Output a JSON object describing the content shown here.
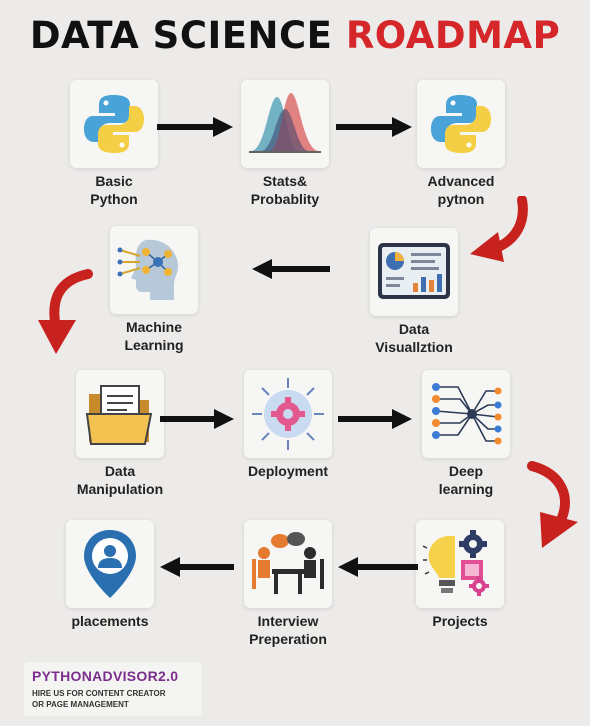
{
  "title": {
    "main": "DATA SCIENCE",
    "accent": "ROADMAP"
  },
  "steps": [
    {
      "label": "Basic\nPython",
      "icon": "python-logo-icon"
    },
    {
      "label": "Stats&\nProbablity",
      "icon": "distribution-curves-icon"
    },
    {
      "label": "Advanced\npytnon",
      "icon": "python-logo-icon"
    },
    {
      "label": "Data\nVisuallztion",
      "icon": "dashboard-chart-icon"
    },
    {
      "label": "Machine\nLearning",
      "icon": "brain-network-icon"
    },
    {
      "label": "Data\nManipulation",
      "icon": "folder-document-icon"
    },
    {
      "label": "Deployment",
      "icon": "gear-network-icon"
    },
    {
      "label": "Deep\nlearning",
      "icon": "neural-circuit-icon"
    },
    {
      "label": "Projects",
      "icon": "lightbulb-gears-icon"
    },
    {
      "label": "Interview\nPreperation",
      "icon": "interview-people-icon"
    },
    {
      "label": "placements",
      "icon": "location-person-pin-icon"
    }
  ],
  "brand": {
    "name": "PYTHONADVISOR2.0",
    "tagline": "HIRE US FOR CONTENT CREATOR\nOR PAGE MANAGEMENT"
  },
  "colors": {
    "arrow": "#111111",
    "curve_arrow": "#c8221f",
    "accent": "#d5262a",
    "python_blue": "#4aa3d8",
    "python_yellow": "#f4cf45",
    "brand": "#7b2e8c"
  }
}
